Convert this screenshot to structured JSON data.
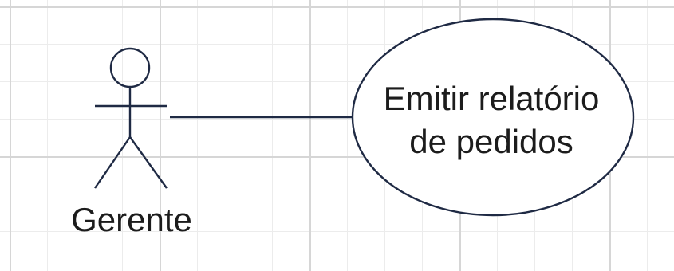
{
  "diagram": {
    "actor": {
      "label": "Gerente"
    },
    "use_case": {
      "line1": "Emitir relatório",
      "line2": "de pedidos"
    }
  },
  "colors": {
    "stroke": "#1f2a44",
    "text": "#1c1c1c",
    "grid_major": "#d6d6d6",
    "grid_minor": "#ececec",
    "background": "#ffffff"
  }
}
